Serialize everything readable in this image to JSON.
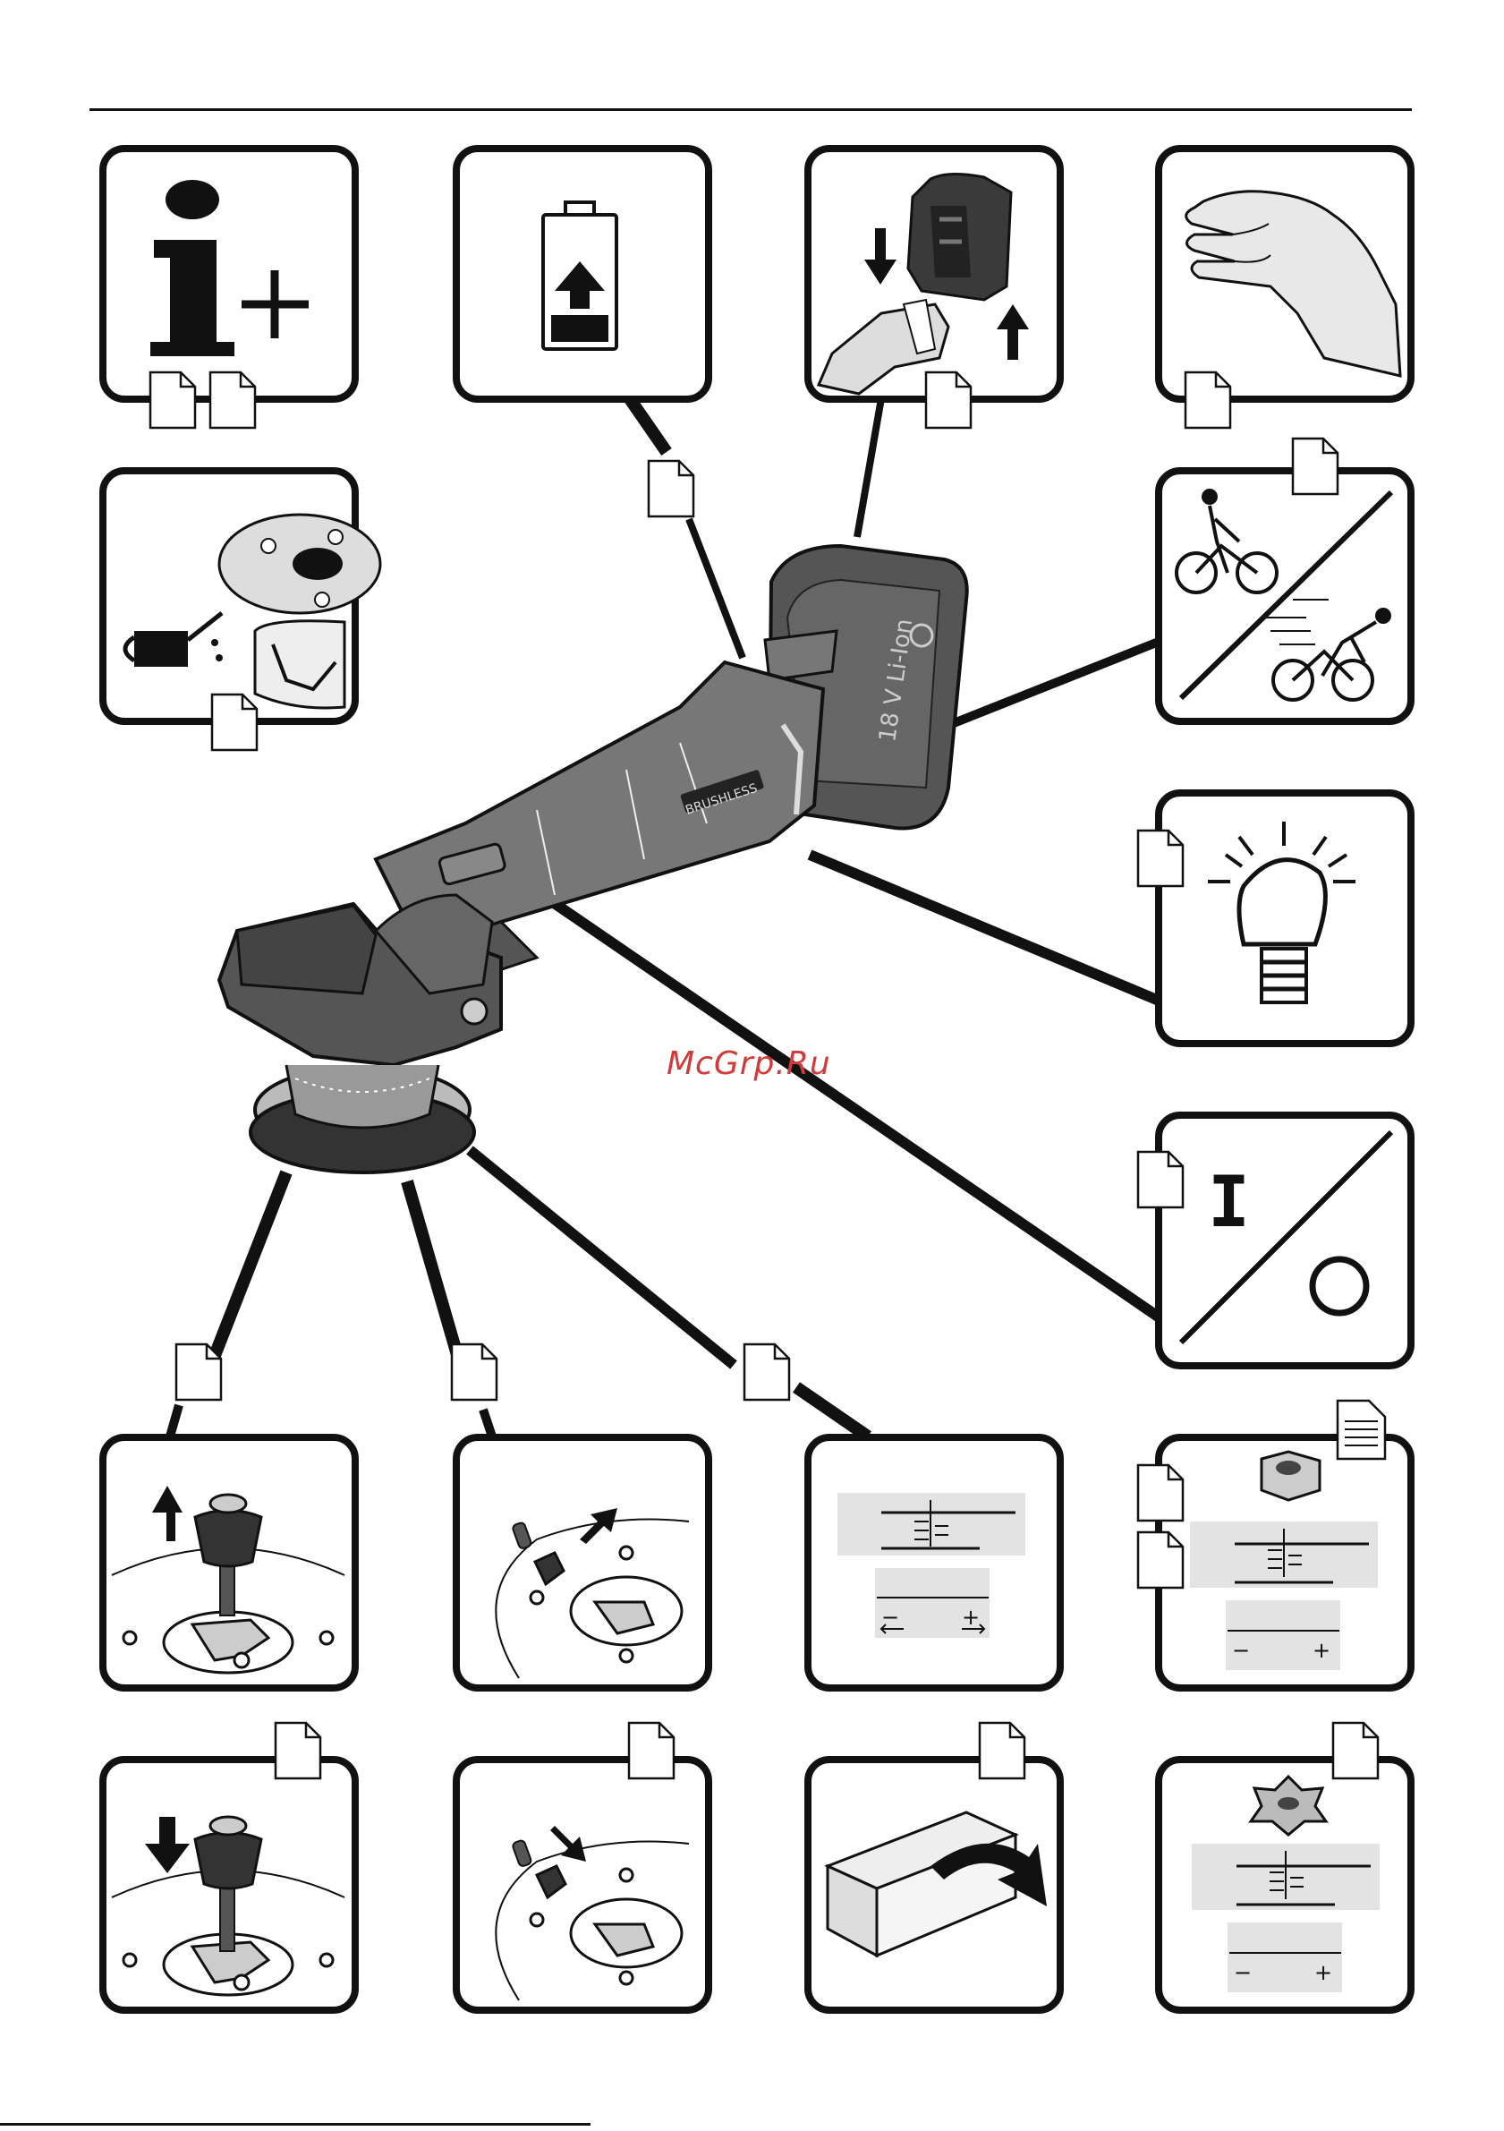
{
  "watermark": "McGrp.Ru",
  "tool": {
    "brand_label": "BRUSHLESS",
    "battery_label": "18 V Li-Ion"
  },
  "panels": [
    {
      "id": "info-plus",
      "icon": "info-plus-icon"
    },
    {
      "id": "battery-charge",
      "icon": "battery-charge-icon"
    },
    {
      "id": "battery-insert",
      "icon": "battery-insert-icon"
    },
    {
      "id": "hand",
      "icon": "hand-icon"
    },
    {
      "id": "lubricate-pad",
      "icon": "oil-can-icon"
    },
    {
      "id": "speed",
      "icon": "cyclist-speed-icon"
    },
    {
      "id": "lamp",
      "icon": "light-bulb-icon"
    },
    {
      "id": "on-off",
      "icon": "on-off-switch-icon"
    },
    {
      "id": "spindle-up",
      "icon": "spindle-lift-icon"
    },
    {
      "id": "pad-remove",
      "icon": "pad-remove-icon"
    },
    {
      "id": "stroke-gauge",
      "icon": "stroke-gauge-icon"
    },
    {
      "id": "nut-gauge",
      "icon": "nut-gauge-icon"
    },
    {
      "id": "spindle-down",
      "icon": "spindle-lower-icon"
    },
    {
      "id": "pad-insert",
      "icon": "pad-insert-icon"
    },
    {
      "id": "pad-turn",
      "icon": "pad-turn-icon"
    },
    {
      "id": "star-knob",
      "icon": "star-knob-icon"
    }
  ],
  "gauge": {
    "minus": "−",
    "plus": "+"
  },
  "switch": {
    "on": "I",
    "off": "O"
  }
}
